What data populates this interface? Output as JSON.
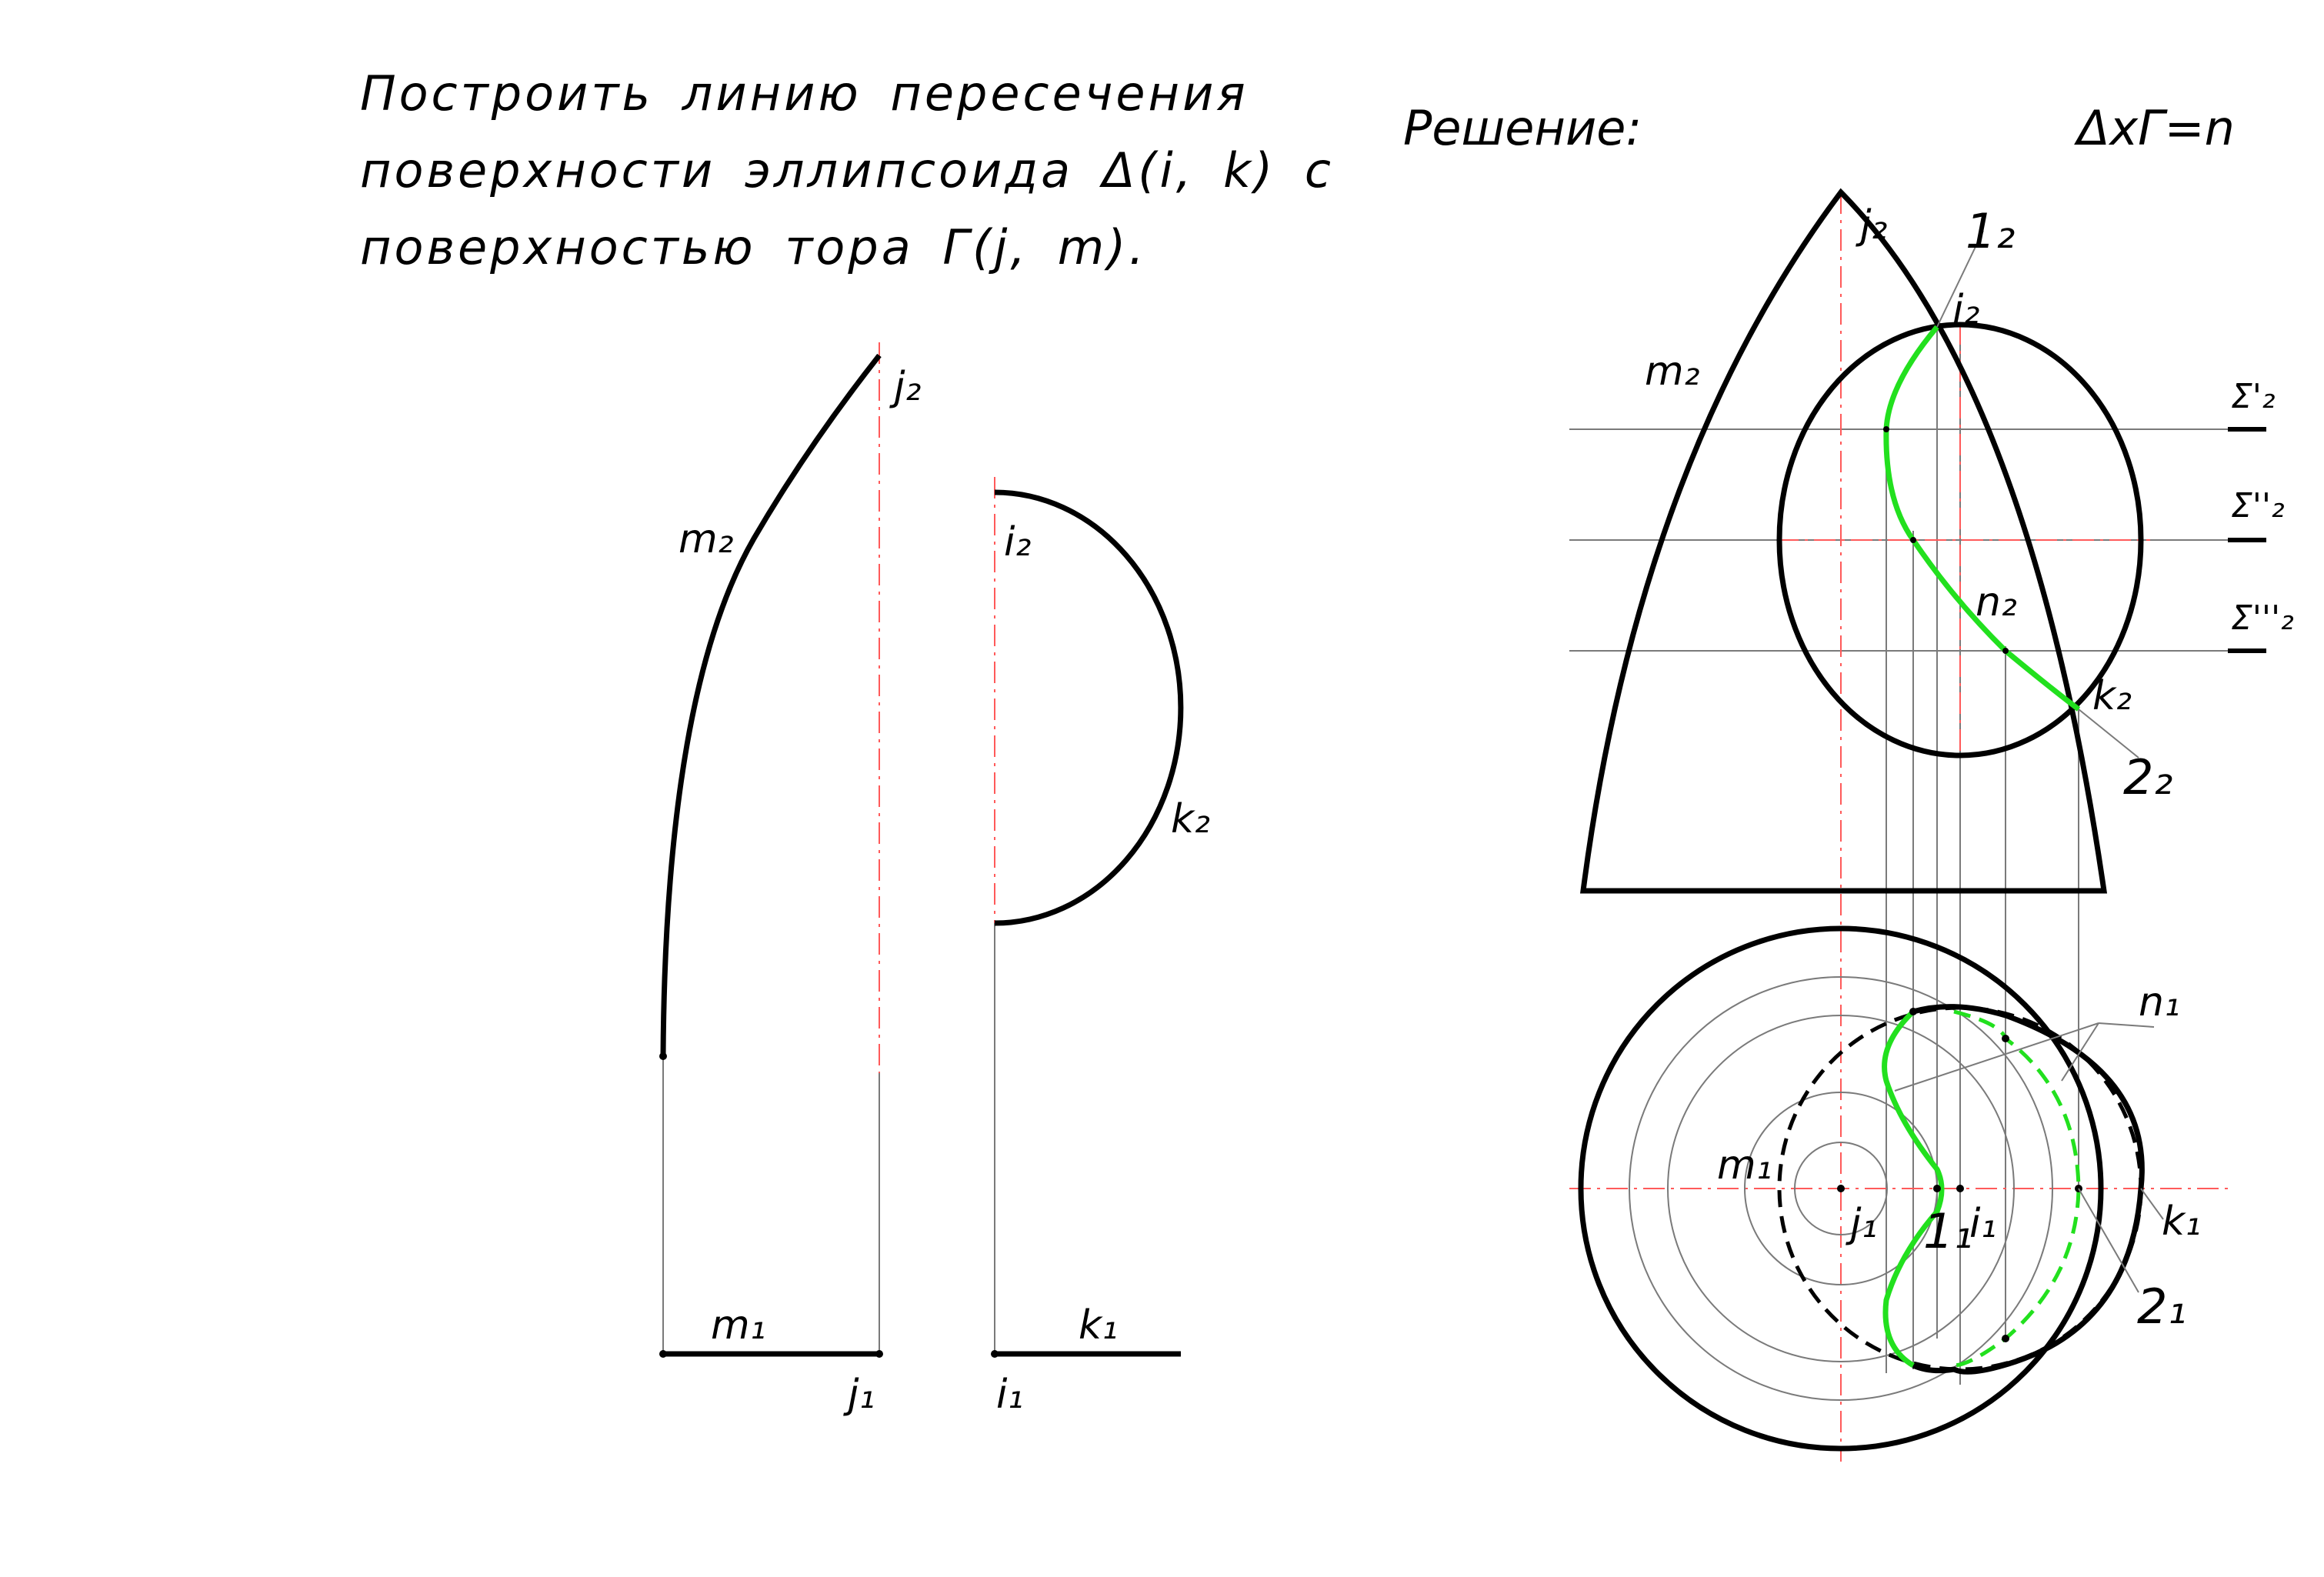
{
  "task": {
    "line1": "Построить линию пересечения",
    "line2": "поверхности эллипсоида Δ(i, k) с",
    "line3": "поверхностью тора Γ(j, m)."
  },
  "solution": {
    "heading": "Решение:",
    "formula": "ΔxΓ=n"
  },
  "left_labels": {
    "j2": "j₂",
    "m2": "m₂",
    "i2": "i₂",
    "k2": "k₂",
    "m1": "m₁",
    "j1": "j₁",
    "k1": "k₁",
    "i1": "i₁"
  },
  "front_labels": {
    "j2": "j₂",
    "one2": "1₂",
    "i2": "i₂",
    "m2": "m₂",
    "sigma1": "Σ'₂",
    "sigma2": "Σ''₂",
    "sigma3": "Σ'''₂",
    "n2": "n₂",
    "k2": "k₂",
    "two2": "2₂"
  },
  "top_labels": {
    "n1": "n₁",
    "m1": "m₁",
    "j1": "j₁",
    "one1": "1₁",
    "i1": "i₁",
    "k1": "k₁",
    "two1": "2₁"
  },
  "colors": {
    "line": "#000000",
    "axis": "#ff5a5a",
    "intersection": "#22e01e",
    "thin": "#7a7a7a"
  }
}
